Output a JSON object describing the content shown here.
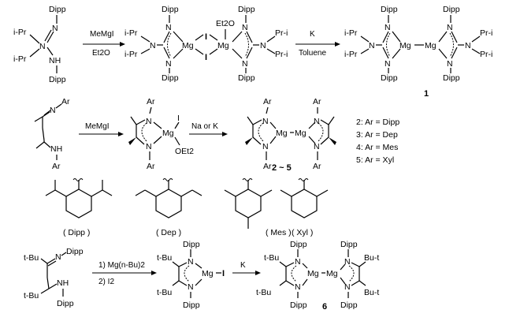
{
  "labels": {
    "dipp": "Dipp",
    "ipr": "i-Pr",
    "pri": "Pr-i",
    "n": "N",
    "nh": "NH",
    "mg": "Mg",
    "i": "I",
    "et2o": "Et2O",
    "ar": "Ar",
    "oet2": "OEt2",
    "tbu": "t-Bu",
    "but": "Bu-t"
  },
  "reagents": {
    "r1_top": "MeMgI",
    "r1_bottom": "Et2O",
    "r2_top": "K",
    "r2_bottom": "Toluene",
    "r3_top": "MeMgI",
    "r4_top": "Na or K",
    "r5_top": "1) Mg(n-Bu)2",
    "r5_bottom": "2) I2",
    "r6_top": "K"
  },
  "compounds": {
    "c1": "1",
    "c25": "2 ~ 5",
    "c6": "6"
  },
  "legend": {
    "l2": "2: Ar = Dipp",
    "l3": "3: Ar = Dep",
    "l4": "4: Ar = Mes",
    "l5": "5: Ar = Xyl"
  },
  "aryl_names": {
    "dipp": "( Dipp )",
    "dep": "( Dep )",
    "mes": "( Mes )",
    "xyl": "( Xyl )"
  }
}
